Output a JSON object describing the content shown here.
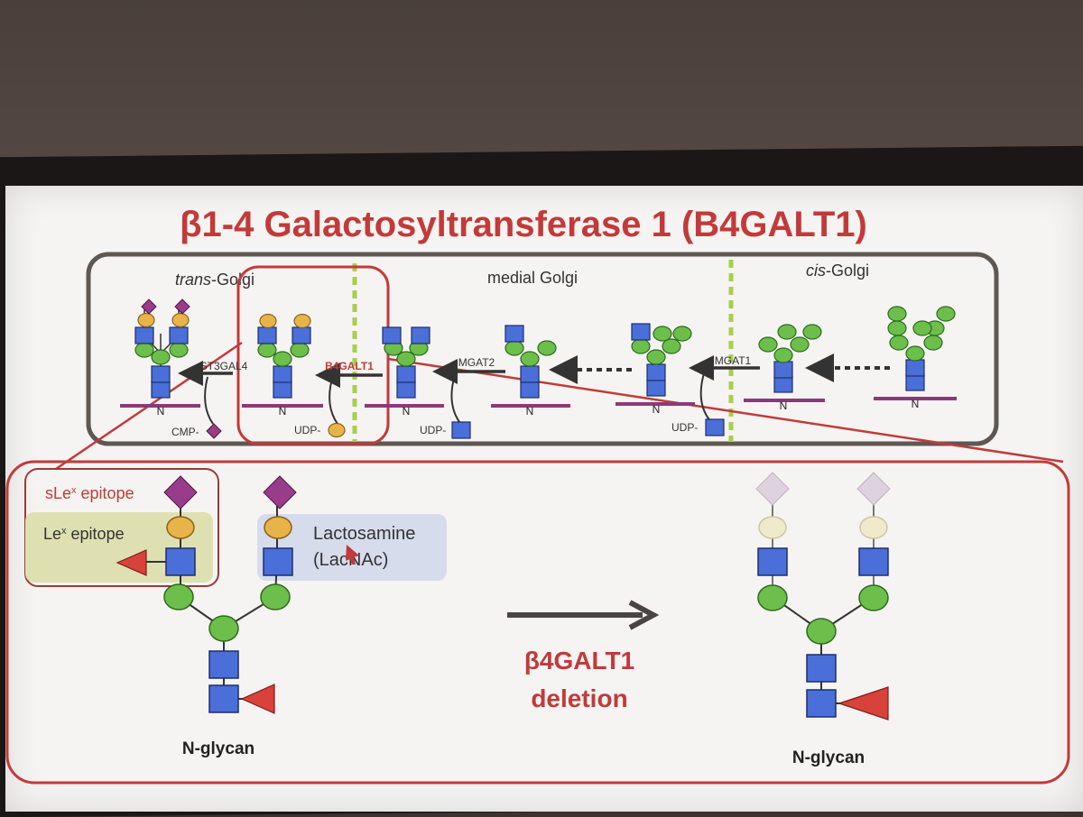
{
  "title": "β1-4 Galactosyltransferase 1 (B4GALT1)",
  "golgi": {
    "trans_italic": "trans",
    "trans_rest": "-Golgi",
    "medial": "medial Golgi",
    "cis_italic": "cis",
    "cis_rest": "-Golgi"
  },
  "enzymes": {
    "st3gal4": "ST3GAL4",
    "b4galt1": "B4GALT1",
    "mgat2": "MGAT2",
    "mgat1": "MGAT1"
  },
  "donors": {
    "cmp": "CMP-",
    "udp": "UDP-"
  },
  "n_label": "N",
  "epitopes": {
    "slex_main": "sLe",
    "slex_sup": "x",
    "slex_rest": " epitope",
    "lex_main": "Le",
    "lex_sup": "x",
    "lex_rest": " epitope"
  },
  "lactosamine": {
    "line1": "Lactosamine",
    "line2": "(LacNAc)"
  },
  "deletion": {
    "line1": "β4GALT1",
    "line2": "deletion"
  },
  "nglycan_label": "N-glycan",
  "colors": {
    "title_red": "#c23a3a",
    "gal_yellow": "#e8b44a",
    "glcnac_blue": "#4a6fd8",
    "man_green": "#6cbf4a",
    "sia_purple": "#9a3c8c",
    "fuc_red": "#d9423a",
    "membrane": "#8a3a78"
  }
}
